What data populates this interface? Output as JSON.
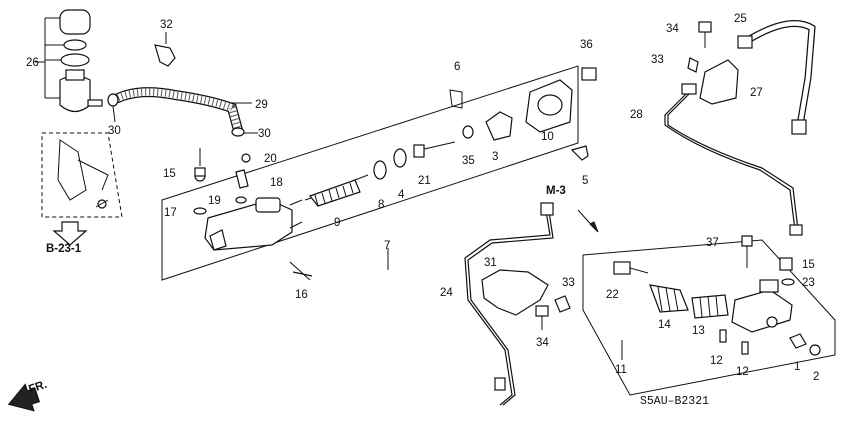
{
  "diagram": {
    "code": "S5AU–B2321",
    "front_label": "FR.",
    "refs": {
      "m3": "M-3",
      "b23": "B-23-1"
    },
    "callouts": {
      "c1": "1",
      "c2": "2",
      "c3": "3",
      "c4": "4",
      "c5": "5",
      "c6": "6",
      "c7": "7",
      "c8": "8",
      "c9": "9",
      "c10": "10",
      "c11": "11",
      "c12a": "12",
      "c12b": "12",
      "c13": "13",
      "c14": "14",
      "c15a": "15",
      "c15b": "15",
      "c16": "16",
      "c17": "17",
      "c18": "18",
      "c19": "19",
      "c20": "20",
      "c21": "21",
      "c22": "22",
      "c23": "23",
      "c24": "24",
      "c25": "25",
      "c26": "26",
      "c27": "27",
      "c28": "28",
      "c29": "29",
      "c30a": "30",
      "c30b": "30",
      "c31": "31",
      "c32": "32",
      "c33a": "33",
      "c33b": "33",
      "c34a": "34",
      "c34b": "34",
      "c35": "35",
      "c36": "36",
      "c37": "37"
    }
  }
}
